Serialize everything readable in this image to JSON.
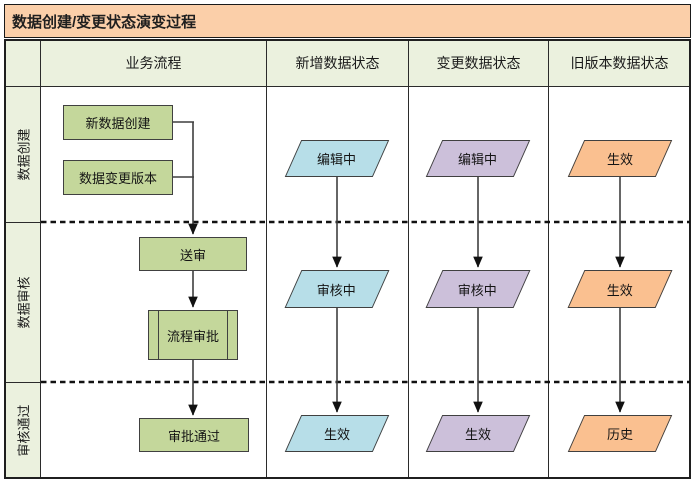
{
  "title": "数据创建/变更状态演变过程",
  "table": {
    "columns": [
      {
        "label": "业务流程"
      },
      {
        "label": "新增数据状态"
      },
      {
        "label": "变更数据状态"
      },
      {
        "label": "旧版本数据状态"
      }
    ],
    "lanes": [
      {
        "label": "数据创建"
      },
      {
        "label": "数据审核"
      },
      {
        "label": "审核通过"
      }
    ]
  },
  "process": {
    "new_data_create": "新数据创建",
    "data_change_version": "数据变更版本",
    "submit_review": "送审",
    "workflow_approval": "流程审批",
    "approval_passed": "审批通过"
  },
  "states": {
    "new_data": [
      "编辑中",
      "审核中",
      "生效"
    ],
    "change_data": [
      "编辑中",
      "审核中",
      "生效"
    ],
    "old_version": [
      "生效",
      "生效",
      "历史"
    ]
  },
  "colors": {
    "title_bg": "#FBCFA9",
    "header_bg": "#EBF1DE",
    "process_fill": "#C4D79B",
    "new_data_fill": "#B7DEE8",
    "change_data_fill": "#CCC0DA",
    "old_version_fill": "#FAC090",
    "border": "#404040",
    "dashed_line": "#111111"
  }
}
